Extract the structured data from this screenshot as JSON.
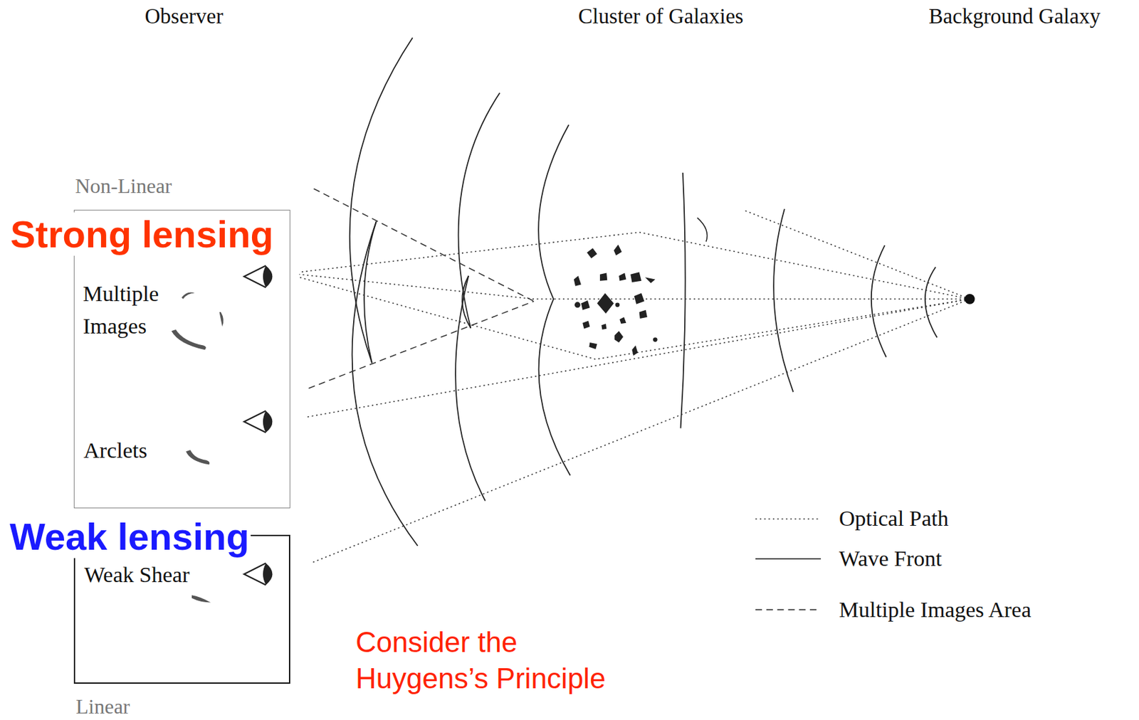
{
  "diagram": {
    "nodes": [
      {
        "text": [
          "Non-Linear",
          "Strong lensing",
          "Multiple Images",
          "Arclets"
        ]
      },
      {
        "text": [
          "Weak lensing",
          "Weak Shear",
          "Linear"
        ]
      }
    ],
    "labels": [
      "Observer",
      "Cluster of Galaxies",
      "Background Galaxy",
      "Consider the Huygens’s Principle"
    ],
    "legend": [
      {
        "text": "Optical Path"
      },
      {
        "text": "Wave Front"
      },
      {
        "text": "Multiple Images Area"
      }
    ]
  }
}
